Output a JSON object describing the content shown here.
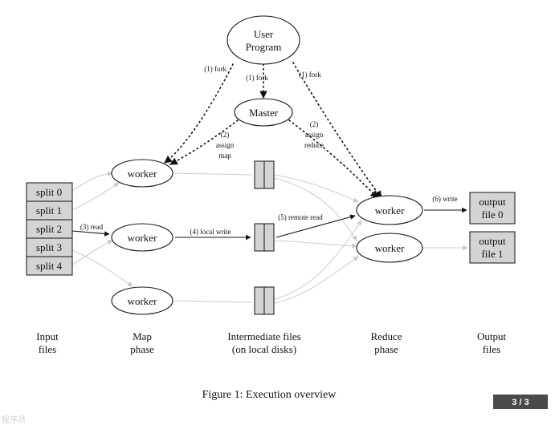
{
  "nodes": {
    "user_program": [
      "User",
      "Program"
    ],
    "master": "Master",
    "map_workers": [
      "worker",
      "worker",
      "worker"
    ],
    "reduce_workers": [
      "worker",
      "worker"
    ]
  },
  "splits": [
    "split 0",
    "split 1",
    "split 2",
    "split 3",
    "split 4"
  ],
  "outputs": [
    [
      "output",
      "file 0"
    ],
    [
      "output",
      "file 1"
    ]
  ],
  "edge_labels": {
    "fork_left": "(1) fork",
    "fork_center": "(1) fork",
    "fork_right": "(1) fork",
    "assign_map": [
      "(2)",
      "assign",
      "map"
    ],
    "assign_reduce": [
      "(2)",
      "assign",
      "reduce"
    ],
    "read": "(3) read",
    "local_write": "(4) local write",
    "remote_read": "(5) remote read",
    "write": "(6) write"
  },
  "columns": {
    "input": [
      "Input",
      "files"
    ],
    "map": [
      "Map",
      "phase"
    ],
    "intermediate": [
      "Intermediate files",
      "(on local disks)"
    ],
    "reduce": [
      "Reduce",
      "phase"
    ],
    "output": [
      "Output",
      "files"
    ]
  },
  "caption": "Figure 1: Execution overview",
  "page_indicator": "3 / 3",
  "watermark": "程序员"
}
